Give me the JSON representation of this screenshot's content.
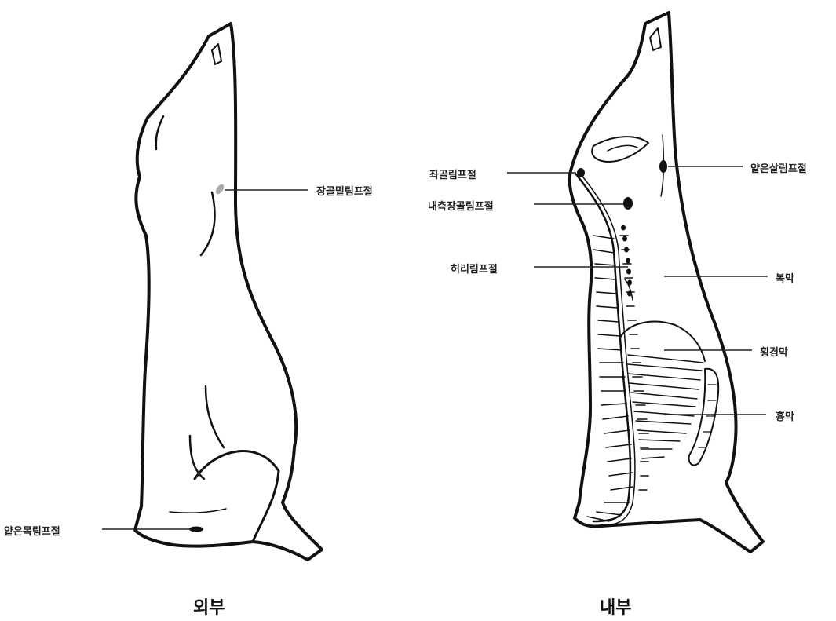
{
  "exterior": {
    "caption": "외부",
    "labels": {
      "prefemoral_node": "장골밑림프절",
      "superficial_cervical_node": "얕은목림프절"
    }
  },
  "interior": {
    "caption": "내부",
    "labels": {
      "ischial_node": "좌골림프절",
      "medial_iliac_node": "내측장골림프절",
      "lumbar_node": "허리림프절",
      "superficial_inguinal_node": "얕은살림프절",
      "peritoneum": "복막",
      "diaphragm": "횡경막",
      "pleura": "흉막"
    }
  }
}
